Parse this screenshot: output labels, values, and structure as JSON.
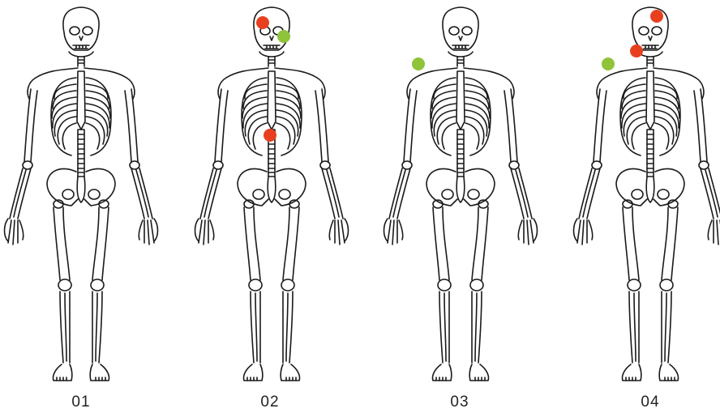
{
  "panels": [
    {
      "label": "01",
      "markers": []
    },
    {
      "label": "02",
      "markers": [
        {
          "site": "forehead-right",
          "color": "red"
        },
        {
          "site": "temple-left",
          "color": "green"
        },
        {
          "site": "lower-thoracic-spine",
          "color": "red"
        }
      ]
    },
    {
      "label": "03",
      "markers": [
        {
          "site": "right-shoulder-outside",
          "color": "green"
        }
      ]
    },
    {
      "label": "04",
      "markers": [
        {
          "site": "crown",
          "color": "red"
        },
        {
          "site": "jaw-right",
          "color": "red"
        },
        {
          "site": "right-shoulder-outside",
          "color": "green"
        }
      ]
    }
  ],
  "colors": {
    "red": "#e8401f",
    "green": "#8fc33a",
    "line": "#1a1a1a"
  }
}
